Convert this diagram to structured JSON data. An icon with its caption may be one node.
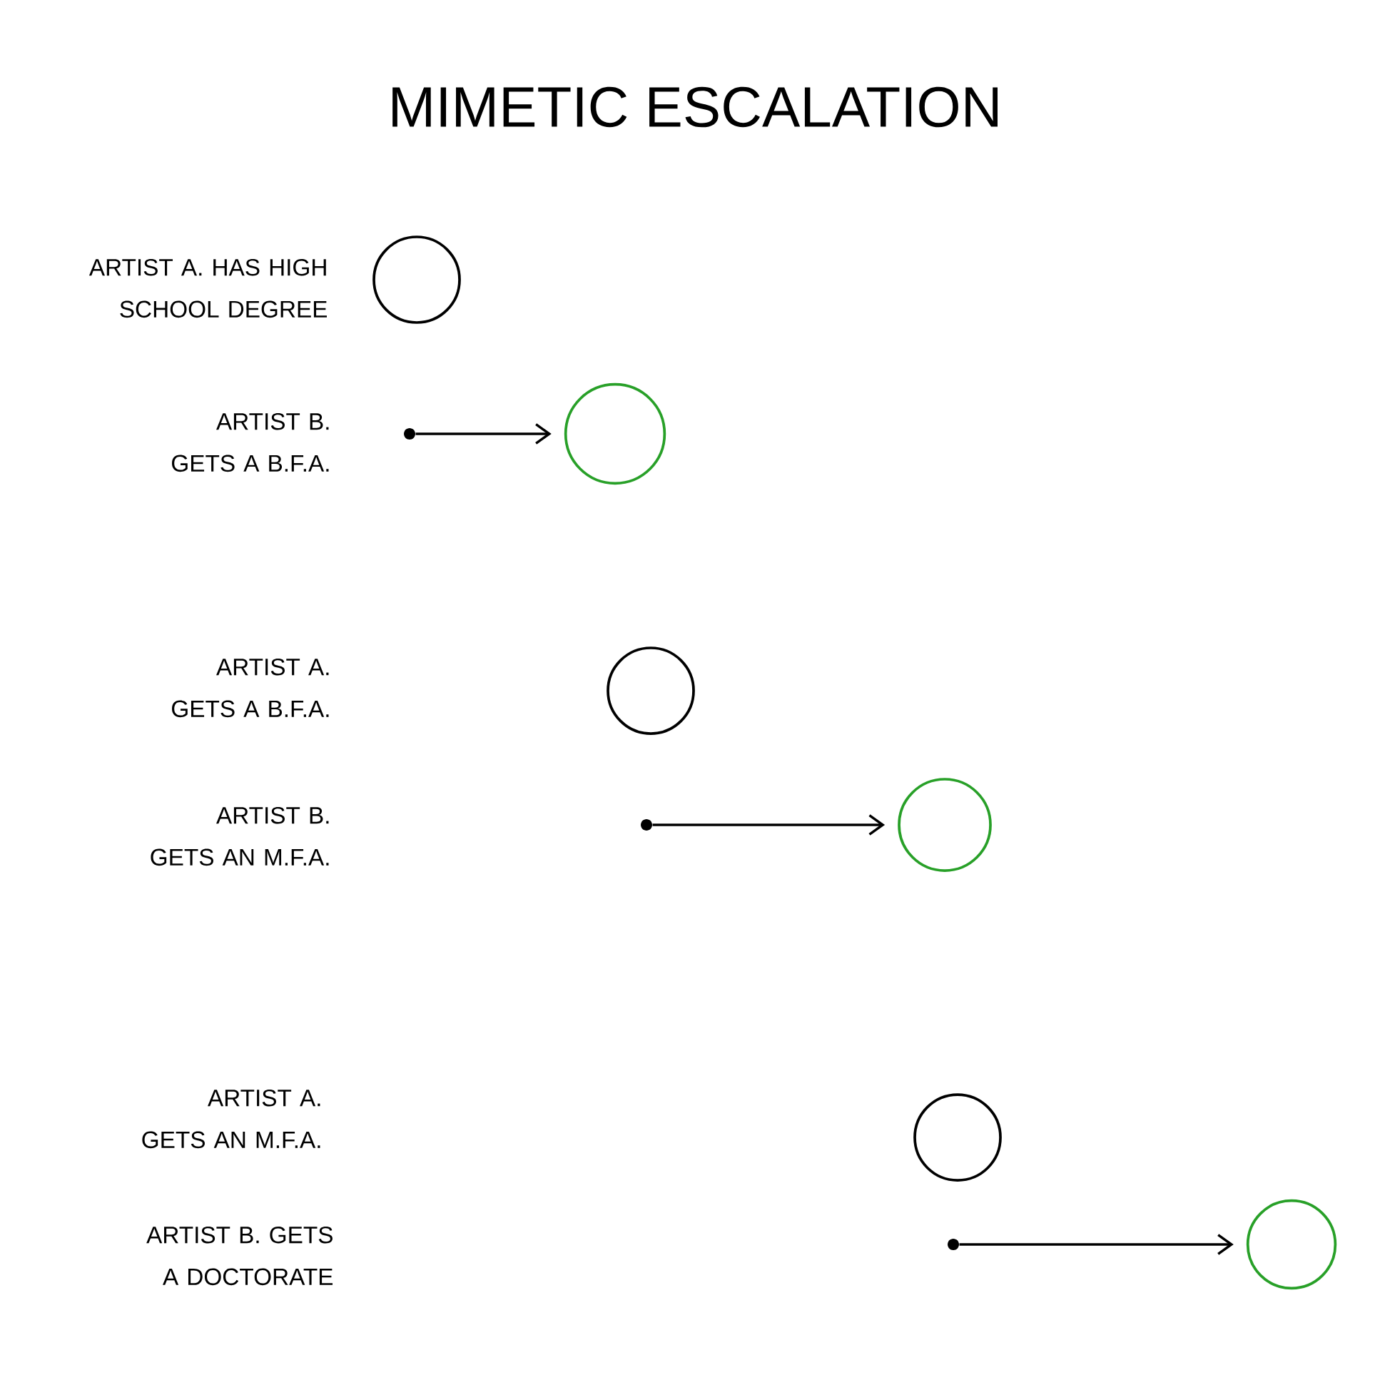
{
  "diagram": {
    "title": "MIMETIC ESCALATION",
    "nodes": [
      {
        "text": [],
        "shape": "circle"
      },
      {
        "text": [],
        "shape": "circle"
      },
      {
        "text": [],
        "shape": "circle"
      },
      {
        "text": [],
        "shape": "circle"
      },
      {
        "text": [],
        "shape": "circle"
      },
      {
        "text": [],
        "shape": "circle"
      },
      {
        "text": [],
        "shape": "dot"
      },
      {
        "text": [],
        "shape": "dot"
      },
      {
        "text": [],
        "shape": "dot"
      }
    ],
    "edges": [
      {
        "from": 6,
        "to": 1,
        "arrow": "to"
      },
      {
        "from": 7,
        "to": 3,
        "arrow": "to"
      },
      {
        "from": 8,
        "to": 5,
        "arrow": "to"
      }
    ],
    "labels": [
      "ARTIST A. HAS HIGH SCHOOL DEGREE",
      "ARTIST B. GETS A B.F.A.",
      "ARTIST A. GETS A B.F.A.",
      "ARTIST B. GETS AN M.F.A.",
      "ARTIST A. GETS AN M.F.A.",
      "ARTIST B. GETS A DOCTORATE"
    ]
  }
}
